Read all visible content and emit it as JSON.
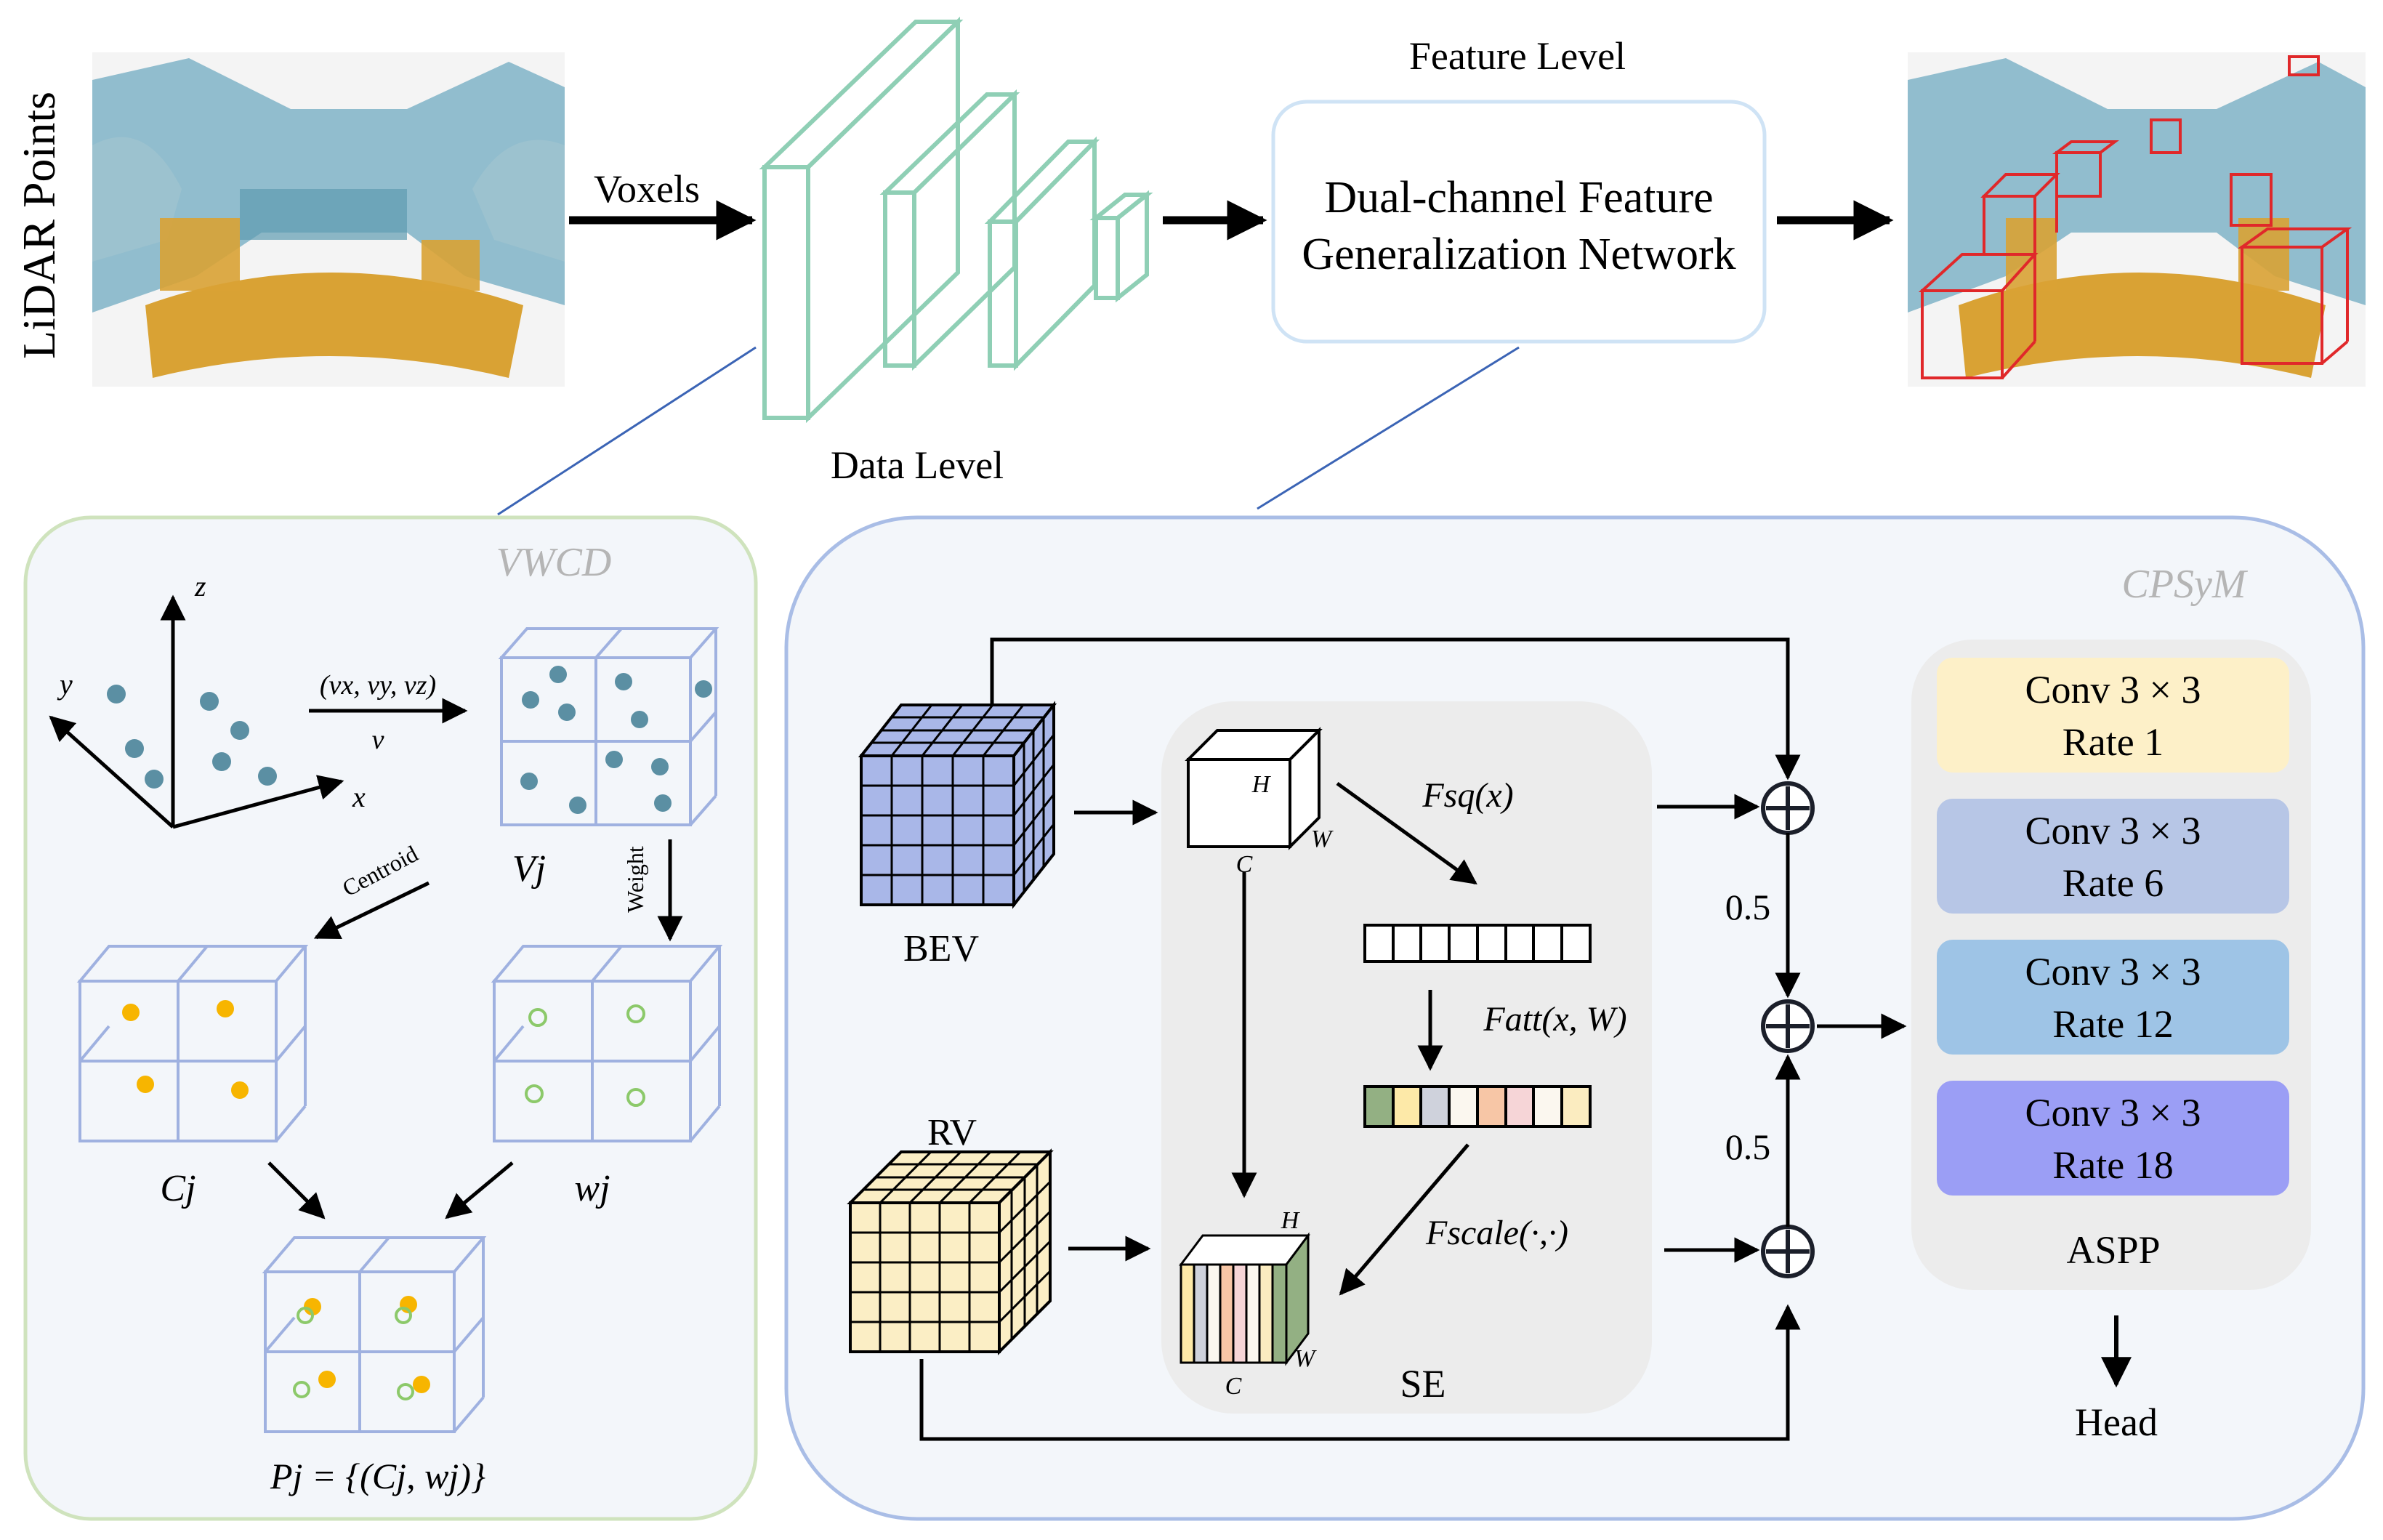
{
  "top": {
    "lidar_label": "LiDAR Points",
    "voxels_label": "Voxels",
    "data_level_label": "Data Level",
    "feature_level_label": "Feature Level",
    "network_line1": "Dual-channel Feature",
    "network_line2": "Generalization Network"
  },
  "vwcd": {
    "title": "VWCD",
    "axis_x": "x",
    "axis_y": "y",
    "axis_z": "z",
    "arrow_top": "(vx, vy, vz)",
    "arrow_bottom": "v",
    "vj_label": "Vj",
    "centroid_label": "Centroid",
    "weight_label": "Weight",
    "cj_label": "Cj",
    "wj_label": "wj",
    "pj_label": "Pj = {(Cj, wj)}"
  },
  "cpsym": {
    "title": "CPSyM",
    "bev_label": "BEV",
    "rv_label": "RV",
    "se_label": "SE",
    "fsq_label": "Fsq(x)",
    "fatt_label": "Fatt(x, W)",
    "fscale_label": "Fscale(·,·)",
    "cube_h": "H",
    "cube_w": "W",
    "cube_c": "C",
    "weight_top": "0.5",
    "weight_bottom": "0.5",
    "aspp_title": "ASPP",
    "head_label": "Head",
    "aspp_blocks": [
      {
        "line1": "Conv 3 × 3",
        "line2": "Rate 1",
        "color": "#fdf0c8"
      },
      {
        "line1": "Conv 3 × 3",
        "line2": "Rate 6",
        "color": "#b7c6e6"
      },
      {
        "line1": "Conv 3 × 3",
        "line2": "Rate 12",
        "color": "#9ec4e6"
      },
      {
        "line1": "Conv 3 × 3",
        "line2": "Rate 18",
        "color": "#9b9ef5"
      }
    ]
  },
  "colors": {
    "encoder_green": "#8fcfb5",
    "panel_left_border": "#cfe3bd",
    "panel_right_border": "#a9bde6",
    "panel_fill": "#f3f6fa",
    "se_fill": "#ececec",
    "grid_blue": "#9fb1e0",
    "point_teal": "#5b8fa3",
    "centroid_orange": "#f7b500",
    "weight_green": "#8cc96a",
    "bev_fill": "#a9b7e8",
    "rv_fill": "#fbeec5",
    "lidar_blue": "#6ea7bd",
    "lidar_orange": "#d69a2d",
    "box_red": "#e0282a"
  }
}
